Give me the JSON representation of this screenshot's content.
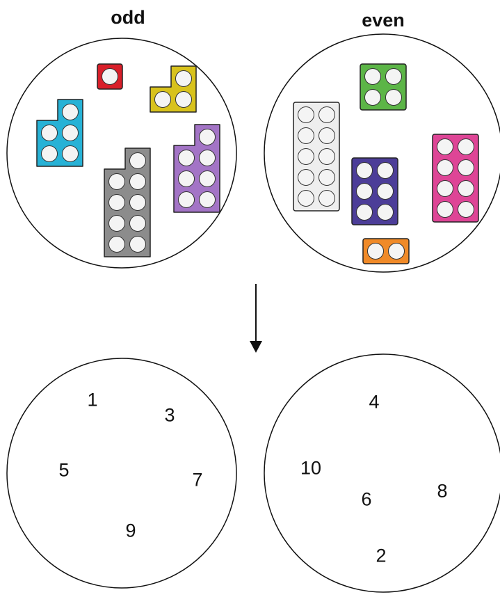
{
  "headings": {
    "odd": "odd",
    "even": "even"
  },
  "colors": {
    "red": "#d81f2a",
    "yellow": "#d8c21c",
    "cyan": "#27b2d6",
    "grey": "#8c8c8c",
    "purple": "#a374c6",
    "green": "#5cb547",
    "white": "#eeeeee",
    "navy": "#4c3d98",
    "pink": "#de4596",
    "orange": "#f08a28"
  },
  "blocks": [
    {
      "id": "one",
      "set": "odd",
      "value": 1,
      "color": "red"
    },
    {
      "id": "three",
      "set": "odd",
      "value": 3,
      "color": "yellow"
    },
    {
      "id": "five",
      "set": "odd",
      "value": 5,
      "color": "cyan"
    },
    {
      "id": "seven",
      "set": "odd",
      "value": 7,
      "color": "purple"
    },
    {
      "id": "nine",
      "set": "odd",
      "value": 9,
      "color": "grey"
    },
    {
      "id": "two",
      "set": "even",
      "value": 2,
      "color": "orange"
    },
    {
      "id": "four",
      "set": "even",
      "value": 4,
      "color": "green"
    },
    {
      "id": "six",
      "set": "even",
      "value": 6,
      "color": "navy"
    },
    {
      "id": "eight",
      "set": "even",
      "value": 8,
      "color": "pink"
    },
    {
      "id": "ten",
      "set": "even",
      "value": 10,
      "color": "white"
    }
  ],
  "numbers": {
    "odd": [
      "1",
      "3",
      "5",
      "7",
      "9"
    ],
    "even": [
      "4",
      "10",
      "6",
      "8",
      "2"
    ]
  }
}
